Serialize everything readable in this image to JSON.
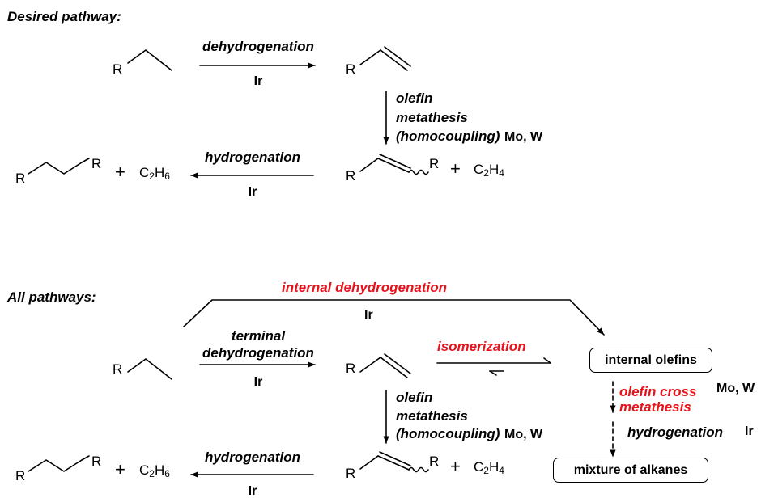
{
  "desired": {
    "title": "Desired pathway:",
    "step1": {
      "label": "dehydrogenation",
      "catalyst": "Ir"
    },
    "step2": {
      "label_lines": [
        "olefin",
        "metathesis",
        "(homocoupling)"
      ],
      "catalyst": "Mo, W"
    },
    "step3": {
      "label": "hydrogenation",
      "catalyst": "Ir"
    },
    "coproduct_metathesis": {
      "main": "C",
      "sub1": "2",
      "mid": "H",
      "sub2": "4"
    },
    "coproduct_final": {
      "main": "C",
      "sub1": "2",
      "mid": "H",
      "sub2": "6"
    }
  },
  "all": {
    "title": "All pathways:",
    "internal_dehydrogenation": {
      "label": "internal dehydrogenation",
      "catalyst": "Ir"
    },
    "terminal_dehydrogenation": {
      "label_lines": [
        "terminal",
        "dehydrogenation"
      ],
      "catalyst": "Ir"
    },
    "isomerization": {
      "label": "isomerization"
    },
    "metathesis": {
      "label_lines": [
        "olefin",
        "metathesis",
        "(homocoupling)"
      ],
      "catalyst": "Mo, W"
    },
    "hydrogenation": {
      "label": "hydrogenation",
      "catalyst": "Ir"
    },
    "internal_olefins_box": "internal olefins",
    "cross_metathesis": {
      "label_lines": [
        "olefin cross",
        "metathesis"
      ],
      "catalyst": "Mo, W"
    },
    "hydrogenation2": {
      "label": "hydrogenation",
      "catalyst": "Ir"
    },
    "mixture_box": "mixture of alkanes",
    "coproduct_metathesis": {
      "main": "C",
      "sub1": "2",
      "mid": "H",
      "sub2": "4"
    },
    "coproduct_final": {
      "main": "C",
      "sub1": "2",
      "mid": "H",
      "sub2": "6"
    }
  },
  "common": {
    "substituent": "R",
    "plus": "+"
  },
  "colors": {
    "highlight": "#e8121b",
    "ink": "#000000"
  }
}
